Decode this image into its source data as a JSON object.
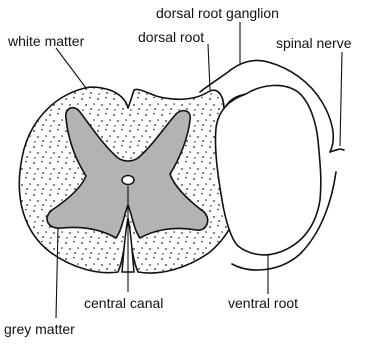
{
  "labels": {
    "white_matter": "white matter",
    "dorsal_root": "dorsal root",
    "dorsal_root_ganglion": "dorsal root ganglion",
    "spinal_nerve": "spinal nerve",
    "central_canal": "central canal",
    "ventral_root": "ventral root",
    "grey_matter": "grey matter"
  },
  "colors": {
    "grey_matter_fill": "#b3b3b3",
    "stipple_dots": "#222222",
    "outline": "#111111"
  }
}
